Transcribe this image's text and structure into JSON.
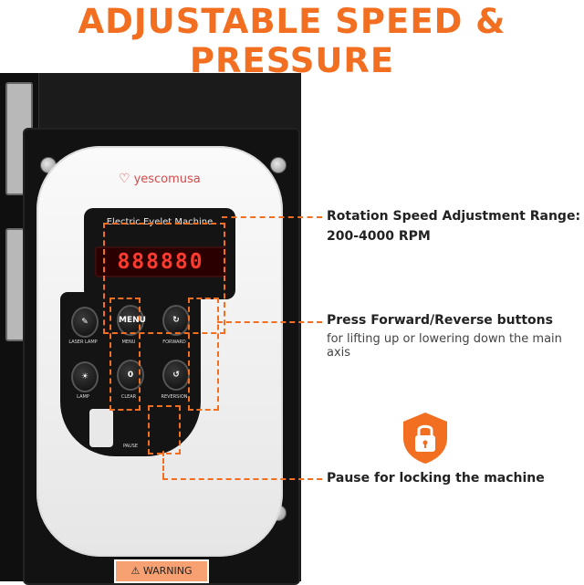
{
  "headline": "ADJUSTABLE SPEED & PRESSURE",
  "machine": {
    "brand": "yescomusa",
    "screen_title": "Electric Eyelet Machine",
    "display_value": "888880",
    "keys": {
      "laser_lamp_label": "LASER LAMP",
      "menu_text": "MENU",
      "menu_label": "MENU",
      "forward_label": "FORWARD",
      "lamp_label": "LAMP",
      "zero_text": "0",
      "clear_label": "CLEAR",
      "reversion_label": "REVERSION",
      "pause_label": "PAUSE"
    },
    "warning_label": "WARNING"
  },
  "callouts": {
    "speed_title": "Rotation Speed Adjustment Range:",
    "speed_value": "200-4000 RPM",
    "buttons_title": "Press Forward/Reverse buttons",
    "buttons_desc": "for lifting up or lowering down the main axis",
    "pause_title": "Pause for locking the machine"
  },
  "colors": {
    "accent": "#f26f21"
  },
  "icons": [
    "lock-icon",
    "heart-logo-icon",
    "laser-lamp-icon",
    "lamp-icon",
    "forward-arrow-icon",
    "reverse-arrow-icon"
  ]
}
